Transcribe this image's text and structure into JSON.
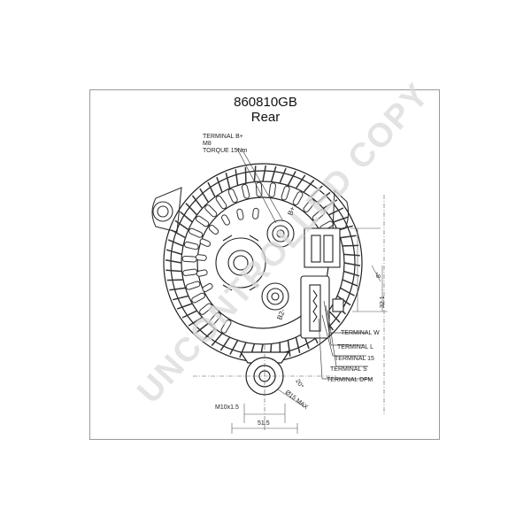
{
  "header": {
    "part_number": "860810GB",
    "view": "Rear"
  },
  "watermark": "UNCONTROLLED COPY",
  "callouts": {
    "terminal_b": [
      "TERMINAL B+",
      "M8",
      "TORQUE 15Nm"
    ],
    "terminal_w": "TERMINAL W",
    "terminal_l": "TERMINAL L",
    "terminal_15": "TERMINAL 15",
    "terminal_s": "TERMINAL S",
    "terminal_dfm": "TERMINAL DFM"
  },
  "dimensions": {
    "thread": "M10x1.5",
    "width": "51.5",
    "offset": "32.1",
    "angle_1": "8°",
    "angle_2": "20°",
    "diameter": "Ø15 MAX",
    "b_plus": "B+",
    "b_minus": "B2-"
  }
}
